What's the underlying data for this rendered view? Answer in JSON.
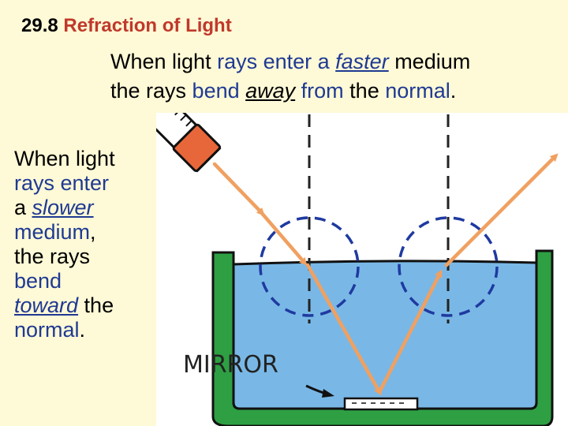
{
  "header": {
    "number": "29.8",
    "title": "Refraction of Light"
  },
  "top_text": {
    "p1": "When light ",
    "p2": "rays enter a ",
    "p3": "faster",
    "p4": " medium",
    "p5": "the rays ",
    "p6": "bend ",
    "p7": "away",
    "p8": " from ",
    "p9": "the ",
    "p10": "normal",
    "p11": "."
  },
  "side_text": {
    "p1": "When light",
    "p2": "rays enter",
    "p3": "a ",
    "p4": "slower",
    "p5": "medium",
    "p6": ",",
    "p7": "the rays",
    "p8": "bend",
    "p9": "toward",
    "p10": " the",
    "p11": "normal",
    "p12": "."
  },
  "illustration": {
    "mirror_label": "MIRROR",
    "colors": {
      "water": "#79b8e6",
      "container": "#2ea043",
      "ray": "#f0a060",
      "flashlight": "#e8673a",
      "dashed_circle": "#1f3aa0"
    }
  }
}
